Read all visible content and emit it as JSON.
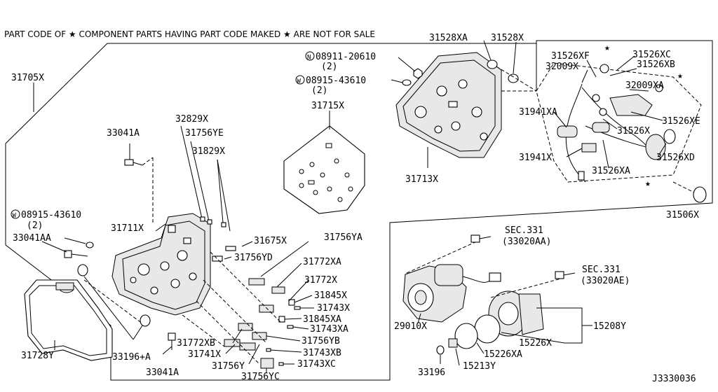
{
  "header_note": "PART CODE OF ★ COMPONENT PARTS HAVING PART CODE MAKED ★ ARE NOT FOR SALE",
  "diagram_code": "J3330036",
  "labels": {
    "p31705X": "31705X",
    "p32829X": "32829X",
    "p33041A_top": "33041A",
    "p31756YE": "31756YE",
    "p31829X": "31829X",
    "p31715X": "31715X",
    "p08915_left": "08915-43610",
    "p08915_left_qty": "(2)",
    "p33041AA": "33041AA",
    "p31711X": "31711X",
    "p31675X": "31675X",
    "p31756YA": "31756YA",
    "p31756YD": "31756YD",
    "p31772XA": "31772XA",
    "p31772X": "31772X",
    "p31845X": "31845X",
    "p31743X": "31743X",
    "p31845XA": "31845XA",
    "p31743XA": "31743XA",
    "p31756YB": "31756YB",
    "p31743XB": "31743XB",
    "p31772XB": "31772XB",
    "p31741X": "31741X",
    "p31743XC": "31743XC",
    "p31756Y": "31756Y",
    "p31756YC": "31756YC",
    "p33196A": "33196+A",
    "p33041A_bot": "33041A",
    "p31728Y": "31728Y",
    "p08911": "08911-20610",
    "p08911_qty": "(2)",
    "p08915_top": "08915-43610",
    "p08915_top_qty": "(2)",
    "p31528XA": "31528XA",
    "p31528X": "31528X",
    "p31713X": "31713X",
    "p31526XF": "31526XF",
    "p31526XC": "31526XC",
    "p32009X": "32009X",
    "p31526XB": "31526XB",
    "p32009XA": "32009XA",
    "p31941XA": "31941XA",
    "p31526XE": "31526XE",
    "p31526X": "31526X",
    "p31941X": "31941X",
    "p31526XA": "31526XA",
    "p31526XD": "31526XD",
    "p31506X": "31506X",
    "sec331a": "SEC.331",
    "sec331a_sub": "(33020AA)",
    "sec331b": "SEC.331",
    "sec331b_sub": "(33020AE)",
    "p29010X": "29010X",
    "p15208Y": "15208Y",
    "p15226X": "15226X",
    "p15226XA": "15226XA",
    "p15213Y": "15213Y",
    "p33196": "33196"
  },
  "circle_marks": {
    "n_mark": "N",
    "w_mark": "W"
  },
  "star": "★"
}
